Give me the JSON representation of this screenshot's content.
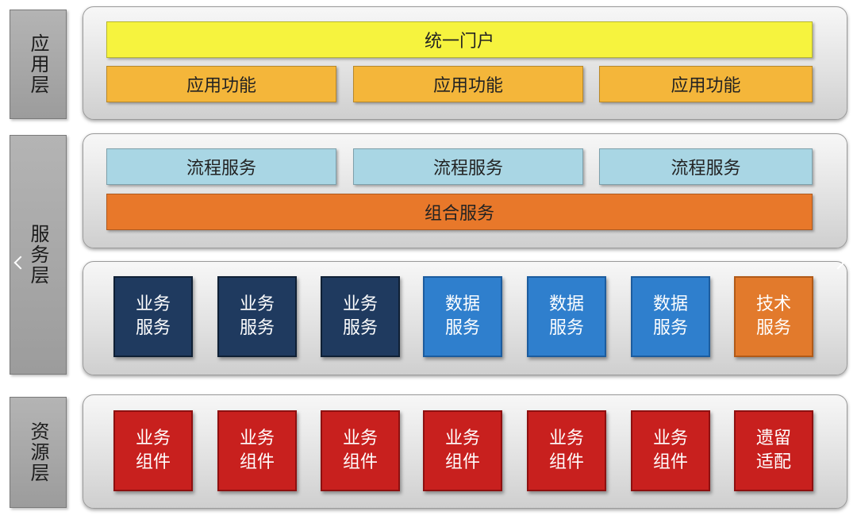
{
  "layers": {
    "application": "应用层",
    "service": "服务层",
    "resource": "资源层"
  },
  "application": {
    "portal": "统一门户",
    "functions": [
      "应用功能",
      "应用功能",
      "应用功能"
    ]
  },
  "service_upper": {
    "flows": [
      "流程服务",
      "流程服务",
      "流程服务"
    ],
    "composite": "组合服务"
  },
  "service_lower": {
    "tiles": [
      {
        "line1": "业务",
        "line2": "服务",
        "kind": "business"
      },
      {
        "line1": "业务",
        "line2": "服务",
        "kind": "business"
      },
      {
        "line1": "业务",
        "line2": "服务",
        "kind": "business"
      },
      {
        "line1": "数据",
        "line2": "服务",
        "kind": "data"
      },
      {
        "line1": "数据",
        "line2": "服务",
        "kind": "data"
      },
      {
        "line1": "数据",
        "line2": "服务",
        "kind": "data"
      },
      {
        "line1": "技术",
        "line2": "服务",
        "kind": "technical"
      }
    ]
  },
  "resource": {
    "tiles": [
      {
        "line1": "业务",
        "line2": "组件"
      },
      {
        "line1": "业务",
        "line2": "组件"
      },
      {
        "line1": "业务",
        "line2": "组件"
      },
      {
        "line1": "业务",
        "line2": "组件"
      },
      {
        "line1": "业务",
        "line2": "组件"
      },
      {
        "line1": "业务",
        "line2": "组件"
      },
      {
        "line1": "遗留",
        "line2": "适配"
      }
    ]
  },
  "colors": {
    "portal": "#f6f33e",
    "app_function": "#f4b63a",
    "flow_service": "#a9d6e4",
    "composite_service": "#e8782a",
    "business_service": "#1f3a5f",
    "data_service": "#2f7fcd",
    "technical_service": "#e27a2c",
    "component": "#c8201e"
  },
  "icons": {
    "left": "chevron-left-icon",
    "right": "chevron-right-icon"
  }
}
